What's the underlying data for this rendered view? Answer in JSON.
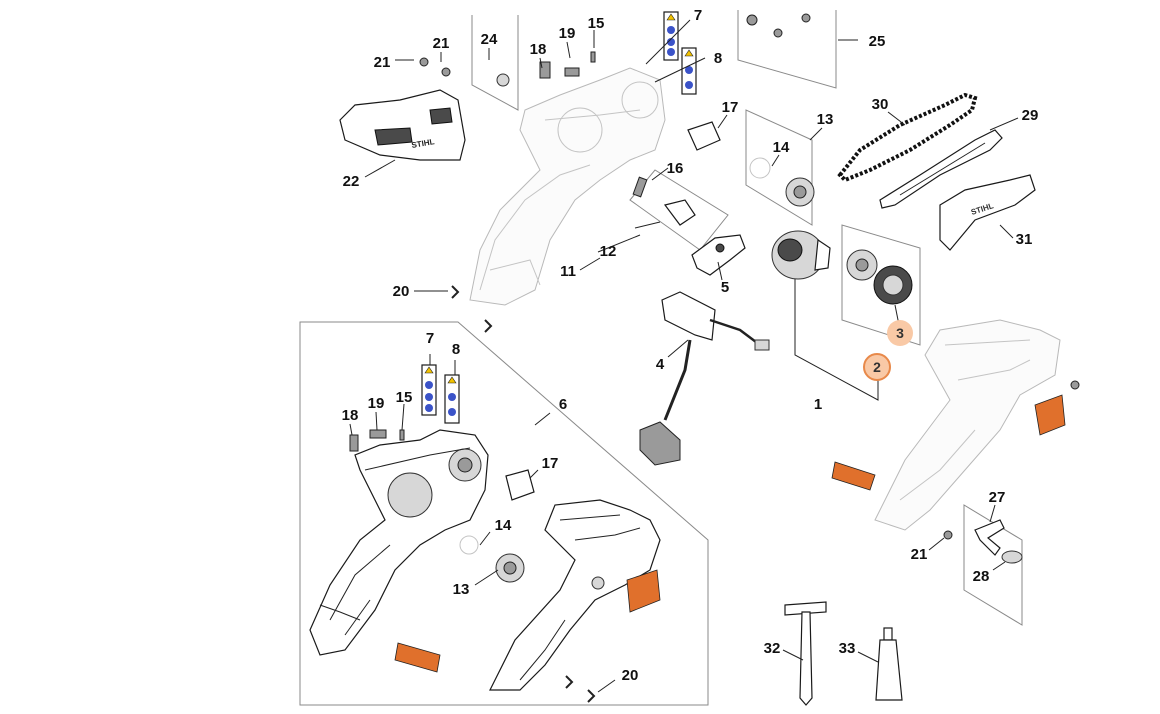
{
  "labels": {
    "p1": "1",
    "p2": "2",
    "p3": "3",
    "p4": "4",
    "p5": "5",
    "p6": "6",
    "p7a": "7",
    "p7b": "7",
    "p8a": "8",
    "p8b": "8",
    "p11": "11",
    "p12": "12",
    "p13a": "13",
    "p13b": "13",
    "p14a": "14",
    "p14b": "14",
    "p15a": "15",
    "p15b": "15",
    "p16": "16",
    "p17a": "17",
    "p17b": "17",
    "p18a": "18",
    "p18b": "18",
    "p19a": "19",
    "p19b": "19",
    "p20a": "20",
    "p20b": "20",
    "p21a": "21",
    "p21b": "21",
    "p21c": "21",
    "p22": "22",
    "p24": "24",
    "p25": "25",
    "p27": "27",
    "p28": "28",
    "p29": "29",
    "p30": "30",
    "p31": "31",
    "p32": "32",
    "p33": "33"
  },
  "brand_marks": {
    "cover": "STIHL",
    "guard": "STIHL"
  },
  "colors": {
    "highlight_fill": "#f9c9a6",
    "highlight_stroke": "#e8894a",
    "decal_orange": "#e0702c",
    "decal_blue": "#3b53c8"
  },
  "icons": [
    "chain-icon",
    "guide-bar-icon",
    "chain-guard-icon",
    "motor-icon",
    "sprocket-icon",
    "housing-icon",
    "wrench-icon",
    "grease-tube-icon",
    "decal-icon",
    "screw-icon"
  ]
}
